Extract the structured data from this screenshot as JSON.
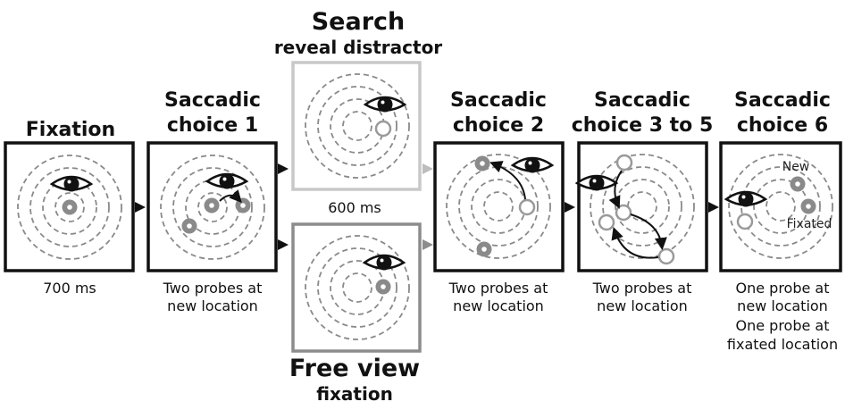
{
  "panels": {
    "fixation": {
      "title": "Fixation",
      "caption": "700 ms"
    },
    "choice1": {
      "title_line1": "Saccadic",
      "title_line2": "choice 1",
      "caption_line1": "Two probes at",
      "caption_line2": "new location"
    },
    "search": {
      "title": "Search",
      "subtitle": "reveal distractor",
      "duration": "600 ms"
    },
    "freeview": {
      "title": "Free view",
      "subtitle": "fixation"
    },
    "choice2": {
      "title_line1": "Saccadic",
      "title_line2": "choice 2",
      "caption_line1": "Two probes at",
      "caption_line2": "new location"
    },
    "choice3to5": {
      "title_line1": "Saccadic",
      "title_line2": "choice 3 to 5",
      "caption_line1": "Two probes at",
      "caption_line2": "new location"
    },
    "choice6": {
      "title_line1": "Saccadic",
      "title_line2": "choice 6",
      "caption_line1": "One probe at",
      "caption_line2": "new location",
      "caption_line3": "One probe at",
      "caption_line4": "fixated location",
      "label_new": "New",
      "label_fixated": "Fixated"
    }
  },
  "colors": {
    "frame_main": "#111111",
    "frame_search": "#c8c8c8",
    "frame_freeview": "#8c8c8c",
    "probe": "#8a8a8a",
    "ring": "#8a8a8a"
  },
  "icons": [
    "eye-icon",
    "arrow-right-icon",
    "probe-icon"
  ]
}
